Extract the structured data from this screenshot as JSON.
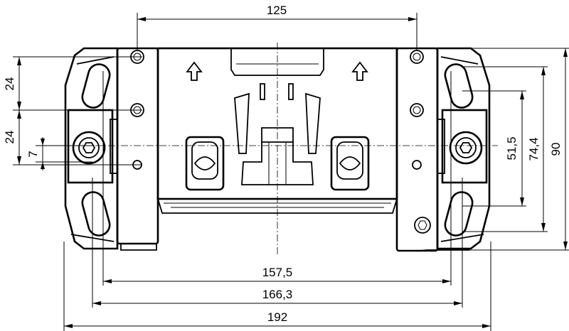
{
  "drawing": {
    "dimensions": {
      "top_width": "125",
      "left_upper": "24",
      "left_middle": "24",
      "left_small": "7",
      "right_inner": "51,5",
      "right_middle": "74,4",
      "right_outer": "90",
      "bottom_inner": "157,5",
      "bottom_middle": "166,3",
      "bottom_outer": "192"
    }
  }
}
